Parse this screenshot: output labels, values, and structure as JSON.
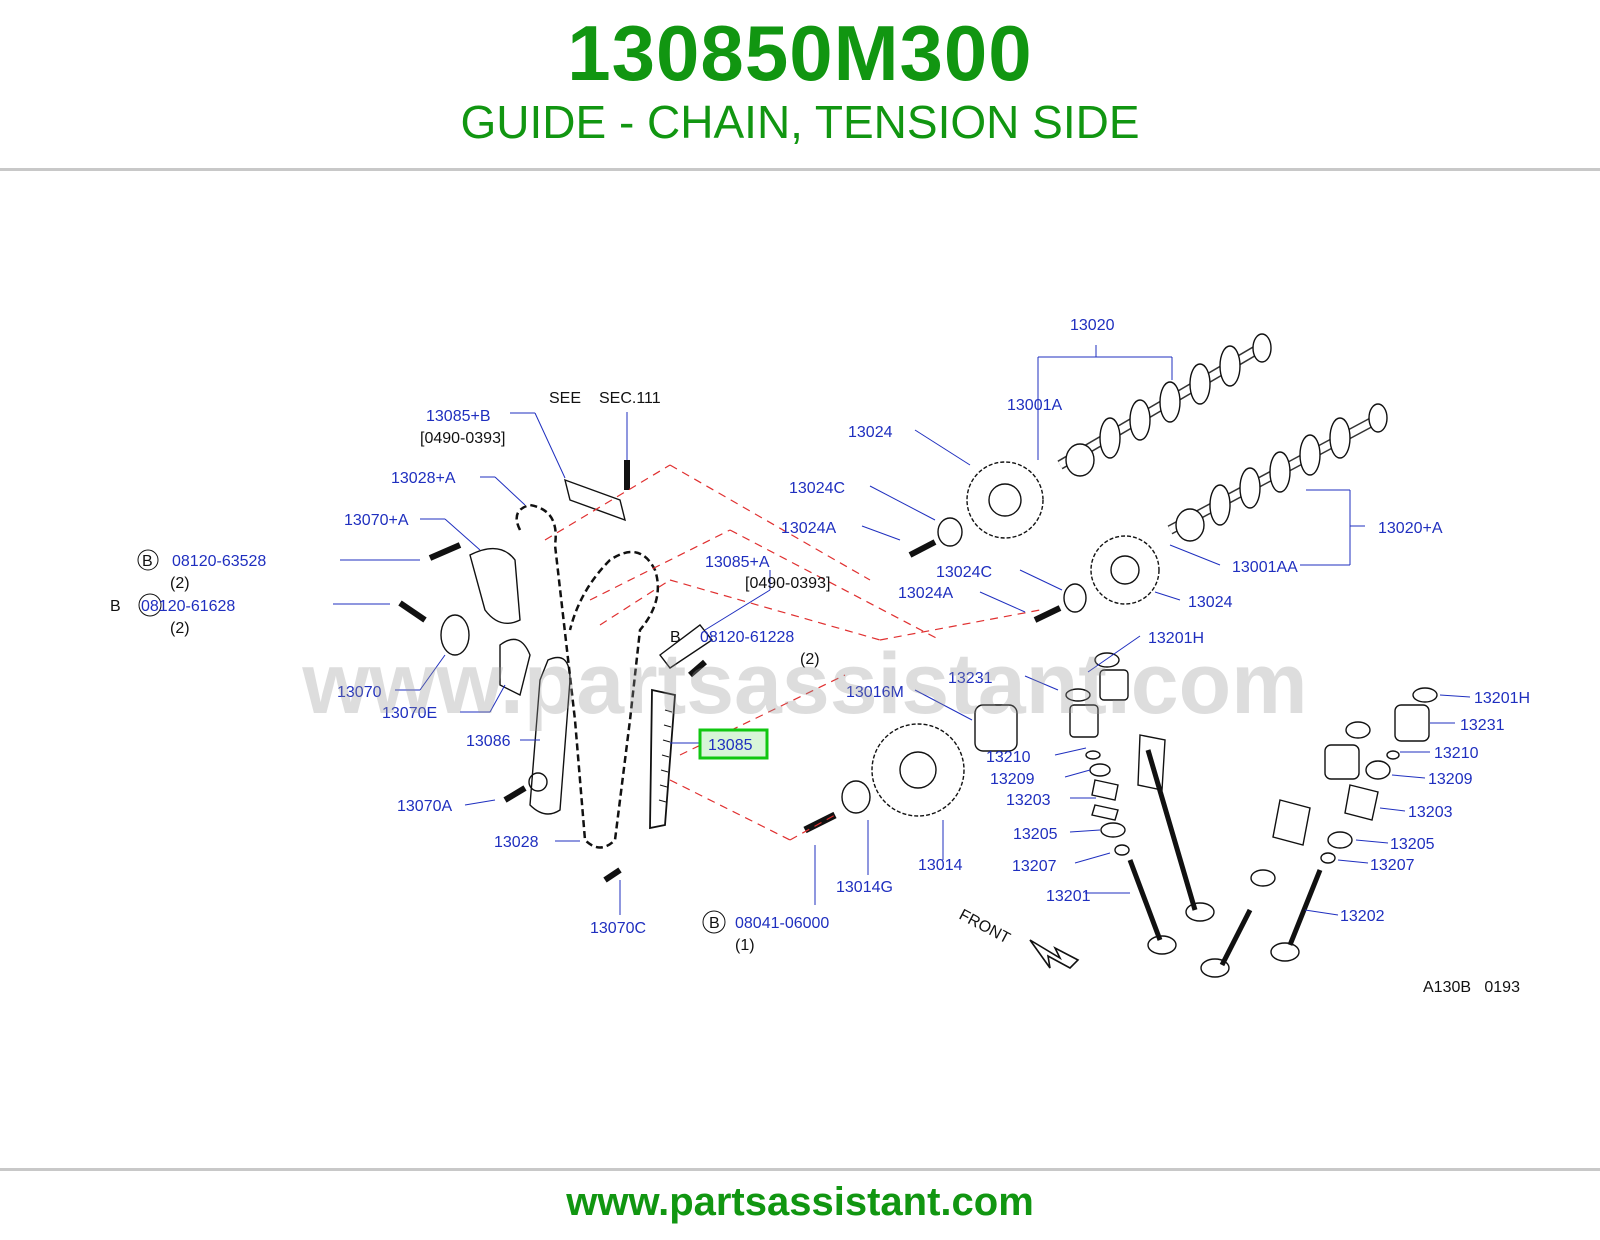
{
  "header": {
    "part_number": "130850M300",
    "part_name": "GUIDE - CHAIN, TENSION SIDE"
  },
  "footer": {
    "url": "www.partsassistant.com"
  },
  "watermark": "www.partsassistant.com",
  "colors": {
    "brand_green": "#119611",
    "label_blue": "#1f2fbf",
    "highlight_fill": "#d8f5d8",
    "highlight_border": "#11c711",
    "dashed_red": "#e03030"
  },
  "diagram": {
    "code": "A130B   0193",
    "see_text": "SEE",
    "sec_text": "SEC.111",
    "front_text": "FRONT",
    "labels": {
      "l13020": "13020",
      "l13001A": "13001A",
      "l13024_top": "13024",
      "l13024C_top": "13024C",
      "l13024A_top": "13024A",
      "l13020A": "13020+A",
      "l13001AA": "13001AA",
      "l13024C_mid": "13024C",
      "l13024A_mid": "13024A",
      "l13024_mid": "13024",
      "l13201H_a": "13201H",
      "l13231_a": "13231",
      "l13016M": "13016M",
      "l13210_a": "13210",
      "l13209_a": "13209",
      "l13203_a": "13203",
      "l13205_a": "13205",
      "l13207_a": "13207",
      "l13201": "13201",
      "l13014": "13014",
      "l13014G": "13014G",
      "l13201H_b": "13201H",
      "l13231_b": "13231",
      "l13210_b": "13210",
      "l13209_b": "13209",
      "l13203_b": "13203",
      "l13205_b": "13205",
      "l13207_b": "13207",
      "l13202": "13202",
      "l13085B": "13085+B",
      "l13085B_date": "[0490-0393]",
      "l13028A": "13028+A",
      "l13070A_plus": "13070+A",
      "l08120_63528": "08120-63528",
      "l08120_63528_qty": "(2)",
      "l08120_61628": "08120-61628",
      "l08120_61628_qty": "(2)",
      "l13070": "13070",
      "l13070E": "13070E",
      "l13086": "13086",
      "l13070A": "13070A",
      "l13028": "13028",
      "l13070C": "13070C",
      "l13085A": "13085+A",
      "l13085A_date": "[0490-0393]",
      "l08120_61228": "08120-61228",
      "l08120_61228_qty": "(2)",
      "l13085": "13085",
      "l08041_06000": "08041-06000",
      "l08041_06000_qty": "(1)",
      "b_marker": "B"
    }
  }
}
